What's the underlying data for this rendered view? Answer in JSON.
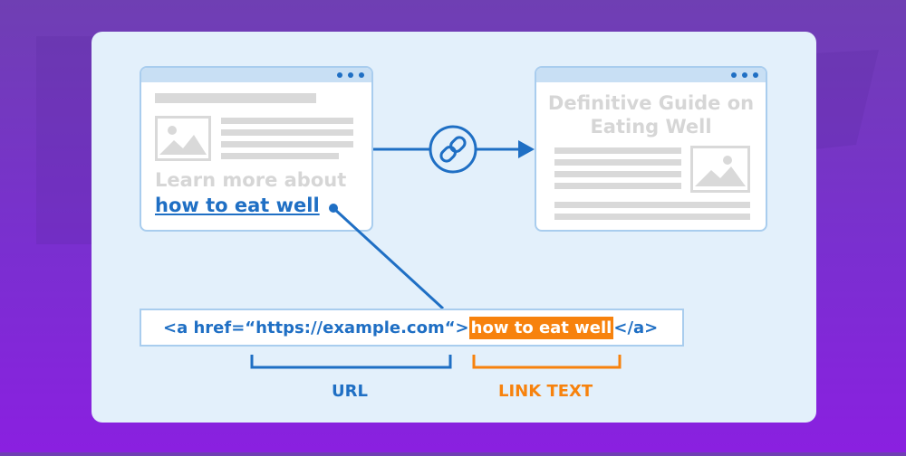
{
  "left_window": {
    "text_line1": "Learn more about",
    "link_text": "how to eat well"
  },
  "right_window": {
    "title_line1": "Definitive Guide on",
    "title_line2": "Eating Well"
  },
  "code": {
    "prefix": "<a href=“https://example.com“>",
    "highlight": "how to eat well",
    "suffix": "</a>"
  },
  "labels": {
    "url": "URL",
    "link_text": "LINK TEXT"
  },
  "colors": {
    "blue": "#1f6fc4",
    "orange": "#f7820d",
    "panel": "#e3f0fb",
    "purple_bg": "#7a2fd0"
  },
  "icons": {
    "connector": "chain-link-icon",
    "picture": "image-placeholder-icon"
  }
}
